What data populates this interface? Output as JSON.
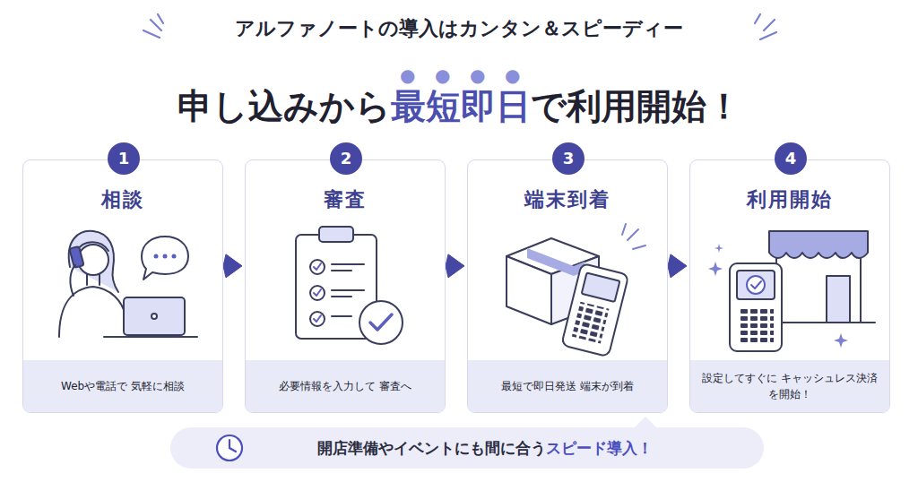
{
  "diagram": {
    "title": "アルファノートの導入はカンタン＆スピーディー",
    "nodes": [
      {
        "text": [
          "相談",
          "Webや電話で 気軽に相談"
        ]
      },
      {
        "text": [
          "1"
        ],
        "in": 0
      },
      {
        "text": [
          "審査",
          "必要情報を入力して 審査へ"
        ]
      },
      {
        "text": [
          "2"
        ],
        "in": 2
      },
      {
        "text": [
          "端末到着",
          "最短で即日発送 端末が到着"
        ]
      },
      {
        "text": [
          "3"
        ],
        "in": 4
      },
      {
        "text": [
          "利用開始",
          "設定してすぐに キャッシュレス決済を開始！"
        ]
      },
      {
        "text": [
          "4"
        ],
        "in": 6
      },
      {
        "text": [
          "開店準備やイベントにも間に合う",
          "スピード導入！"
        ]
      }
    ],
    "edges": [
      {
        "from": 0,
        "to": 2,
        "arrow": "to"
      },
      {
        "from": 2,
        "to": 4,
        "arrow": "to"
      },
      {
        "from": 4,
        "to": 6,
        "arrow": "to"
      }
    ],
    "labels": [
      "申し込みから",
      "最短即日",
      "で利用開始！"
    ]
  }
}
